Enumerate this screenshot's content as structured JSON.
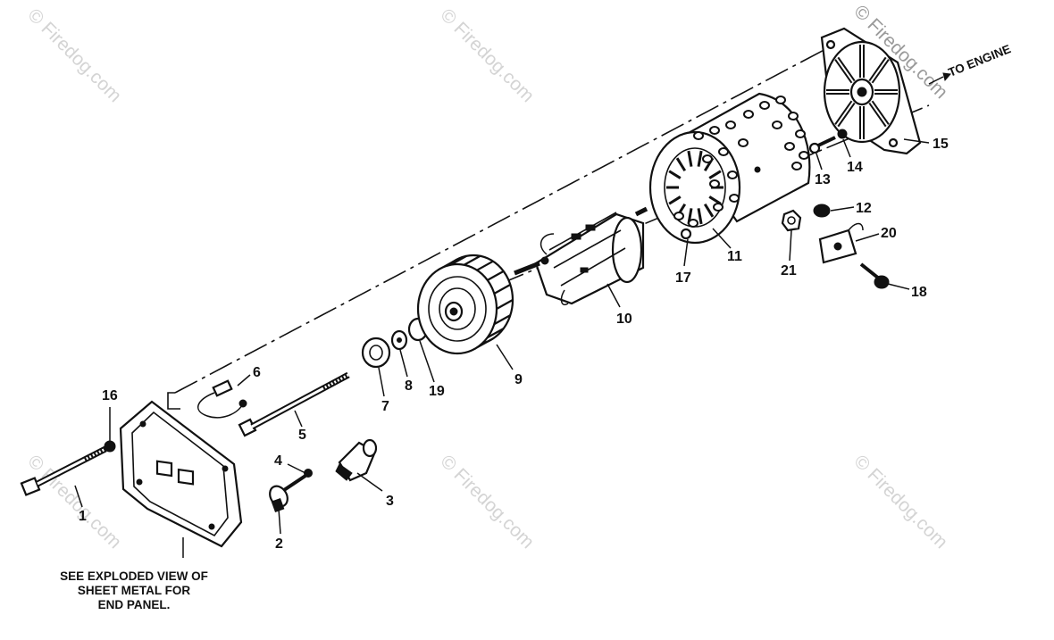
{
  "watermark": {
    "text": "© Firedog.com",
    "copyright_top_right": "© Firedog.com",
    "color": "#d4d4d4"
  },
  "callouts": [
    {
      "id": "1",
      "label": "1"
    },
    {
      "id": "2",
      "label": "2"
    },
    {
      "id": "3",
      "label": "3"
    },
    {
      "id": "4",
      "label": "4"
    },
    {
      "id": "5",
      "label": "5"
    },
    {
      "id": "6",
      "label": "6"
    },
    {
      "id": "7",
      "label": "7"
    },
    {
      "id": "8",
      "label": "8"
    },
    {
      "id": "9",
      "label": "9"
    },
    {
      "id": "10",
      "label": "10"
    },
    {
      "id": "11",
      "label": "11"
    },
    {
      "id": "12",
      "label": "12"
    },
    {
      "id": "13",
      "label": "13"
    },
    {
      "id": "14",
      "label": "14"
    },
    {
      "id": "15",
      "label": "15"
    },
    {
      "id": "16",
      "label": "16"
    },
    {
      "id": "17",
      "label": "17"
    },
    {
      "id": "18",
      "label": "18"
    },
    {
      "id": "19",
      "label": "19"
    },
    {
      "id": "20",
      "label": "20"
    },
    {
      "id": "21",
      "label": "21"
    }
  ],
  "notes": {
    "to_engine": "TO ENGINE",
    "end_panel_line1": "SEE EXPLODED VIEW OF",
    "end_panel_line2": "SHEET METAL FOR",
    "end_panel_line3": "END PANEL."
  },
  "colors": {
    "line": "#111111",
    "background": "#ffffff"
  }
}
